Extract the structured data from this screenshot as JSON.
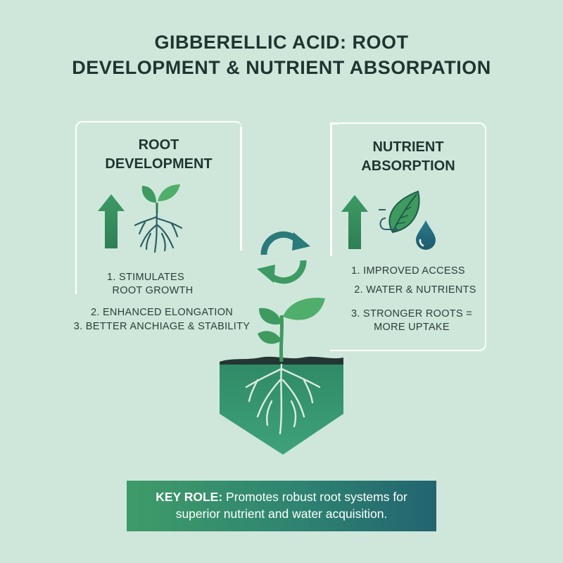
{
  "title_line1": "GIBBERELLIC ACID: ROOT",
  "title_line2": "DEVELOPMENT & NUTRIENT ABSORPATION",
  "root_box": {
    "title_line1": "ROOT",
    "title_line2": "DEVELOPMENT",
    "items": [
      "1. STIMULATES",
      "ROOT GROWTH",
      "2. ENHANCED ELONGATION",
      "3. BETTER ANCHIAGE & STABILITY"
    ]
  },
  "nutrient_box": {
    "title_line1": "NUTRIENT",
    "title_line2": "ABSORPTION",
    "items": [
      "1. IMPROVED ACCESS",
      "2. WATER & NUTRIENTS",
      "3. STRONGER ROOTS =",
      "MORE UPTAKE"
    ]
  },
  "key_role": {
    "label": "KEY ROLE:",
    "text_line1": "Promotes robust root systems for",
    "text_line2": "superior nutrient and water acquisition."
  },
  "icons": [
    "up-arrow-icon",
    "seedling-roots-icon",
    "cycle-arrows-icon",
    "leaf-icon",
    "water-drop-icon",
    "plant-soil-icon"
  ],
  "colors": {
    "background": "#cfe7db",
    "green": "#3d9a63",
    "dark_teal": "#22646f",
    "text": "#1e3530"
  }
}
